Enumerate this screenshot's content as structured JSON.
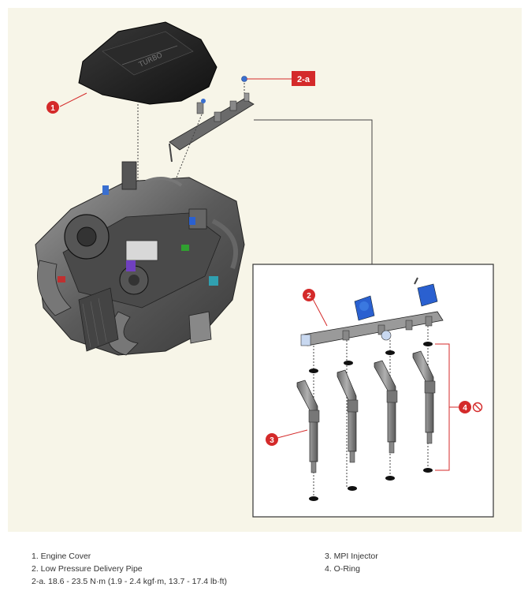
{
  "callouts": {
    "c1": "1",
    "c2": "2",
    "c2a": "2-a",
    "c3": "3",
    "c4": "4"
  },
  "legend": {
    "item1": "1. Engine Cover",
    "item2": "2. Low Pressure Delivery Pipe",
    "item2a": "2-a. 18.6 - 23.5 N·m (1.9 - 2.4 kgf·m, 13.7 - 17.4 lb·ft)",
    "item3": "3. MPI Injector",
    "item4": "4. O-Ring"
  },
  "cover_logo_text": "TURBO",
  "colors": {
    "callout_red": "#d42a2a",
    "panel_bg": "#f7f5e8",
    "leader_line": "#444444"
  },
  "icons": {
    "reuse_prohibited": "no-reuse-icon"
  }
}
